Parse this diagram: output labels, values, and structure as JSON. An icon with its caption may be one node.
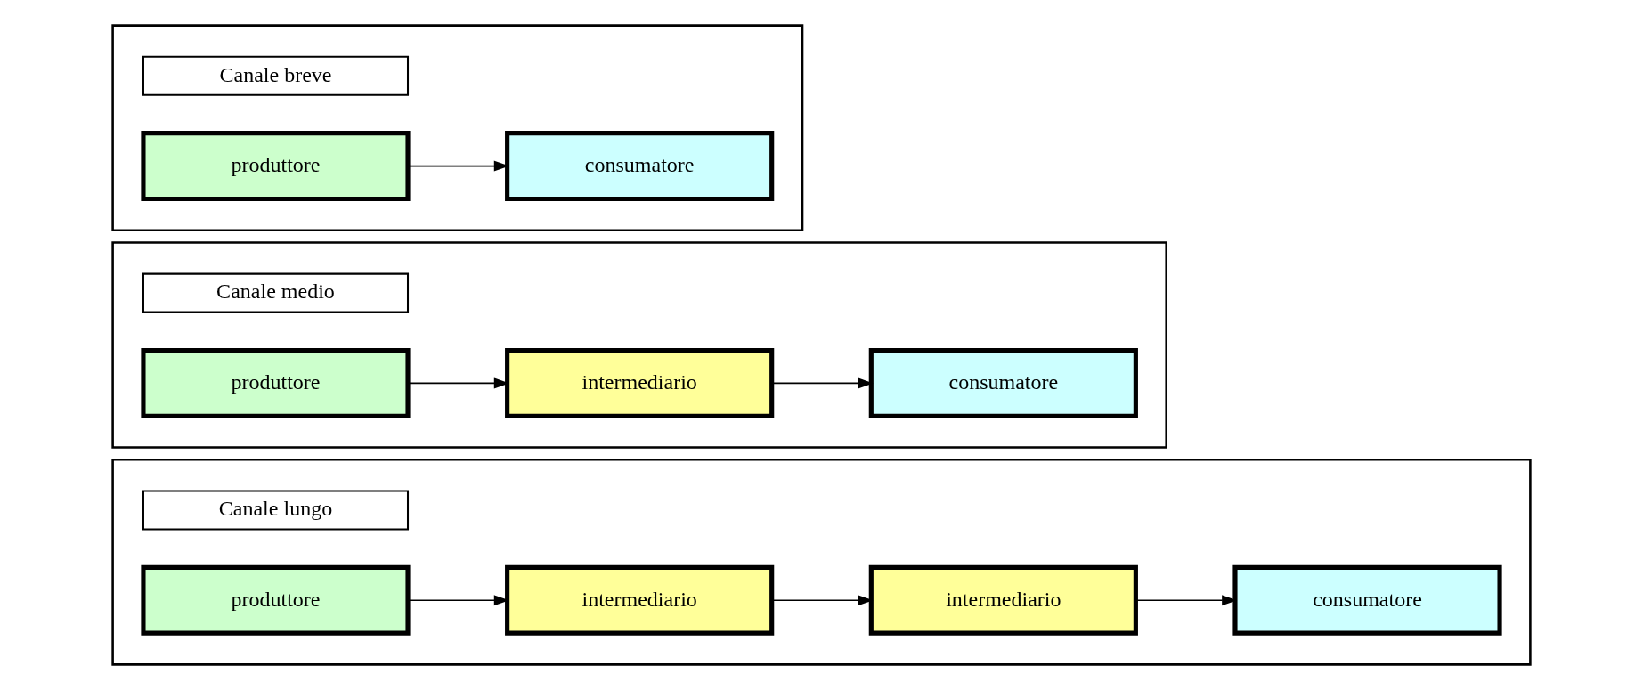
{
  "diagram": {
    "nodes": [
      {
        "text": [],
        "shape": "box"
      },
      {
        "text": [
          "Canale breve"
        ],
        "in": 0
      },
      {
        "text": [
          "produttore"
        ],
        "in": 0
      },
      {
        "text": [
          "consumatore"
        ],
        "in": 0
      },
      {
        "text": [],
        "shape": "box"
      },
      {
        "text": [
          "Canale medio"
        ],
        "in": 4
      },
      {
        "text": [
          "produttore"
        ],
        "in": 4
      },
      {
        "text": [
          "intermediario"
        ],
        "in": 4
      },
      {
        "text": [
          "consumatore"
        ],
        "in": 4
      },
      {
        "text": [],
        "shape": "box"
      },
      {
        "text": [
          "Canale lungo"
        ],
        "in": 9
      },
      {
        "text": [
          "produttore"
        ],
        "in": 9
      },
      {
        "text": [
          "intermediario"
        ],
        "in": 9
      },
      {
        "text": [
          "intermediario"
        ],
        "in": 9
      },
      {
        "text": [
          "consumatore"
        ],
        "in": 9
      }
    ],
    "edges": [
      {
        "from": 2,
        "to": 3,
        "arrow": "to"
      },
      {
        "from": 6,
        "to": 7,
        "arrow": "to"
      },
      {
        "from": 7,
        "to": 8,
        "arrow": "to"
      },
      {
        "from": 11,
        "to": 12,
        "arrow": "to"
      },
      {
        "from": 12,
        "to": 13,
        "arrow": "to"
      },
      {
        "from": 13,
        "to": 14,
        "arrow": "to"
      }
    ]
  }
}
